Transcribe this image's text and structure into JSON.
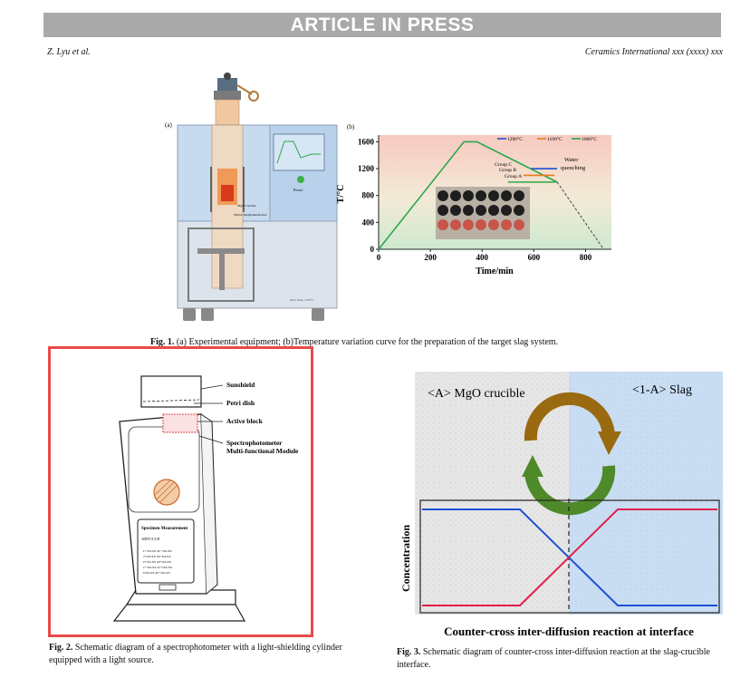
{
  "banner": "ARTICLE IN PRESS",
  "header": {
    "authors": "Z. Lyu et al.",
    "journal": "Ceramics International xxx (xxxx) xxx"
  },
  "fig1": {
    "panel_a": "(a)",
    "panel_b": "(b)",
    "furnace_label_crucible": "MgO Crucible",
    "furnace_label_rod": "Silicon Molybdenum Rod",
    "furnace_power": "Power",
    "furnace_badge": "Max Temp 1700°C",
    "caption_label": "Fig. 1.",
    "caption_text": "(a) Experimental equipment; (b)Temperature variation curve for the preparation of the target slag system."
  },
  "chart_data": {
    "type": "line",
    "xlabel": "Time/min",
    "ylabel": "T/°C",
    "xlim": [
      0,
      900
    ],
    "ylim": [
      0,
      1700
    ],
    "xticks": [
      "0",
      "200",
      "400",
      "600",
      "800"
    ],
    "yticks": [
      "0",
      "400",
      "800",
      "1200",
      "1600"
    ],
    "legend": [
      "1200°C",
      "1100°C",
      "1000°C"
    ],
    "legend_colors": [
      "#1f4fd6",
      "#e8781e",
      "#2aa84a"
    ],
    "annotations": {
      "group_c": "Group C",
      "group_b": "Group B",
      "group_a": "Group A",
      "water": "Water",
      "quenching": "quenching"
    },
    "main_curve": {
      "x": [
        0,
        330,
        380,
        690
      ],
      "y": [
        0,
        1600,
        1600,
        1000
      ]
    },
    "series": [
      {
        "name": "1200°C",
        "x": [
          590,
          690
        ],
        "y": [
          1200,
          1200
        ]
      },
      {
        "name": "1100°C",
        "x": [
          560,
          680
        ],
        "y": [
          1100,
          1100
        ]
      },
      {
        "name": "1000°C",
        "x": [
          500,
          690
        ],
        "y": [
          1000,
          1000
        ]
      }
    ],
    "cooling": {
      "x": [
        690,
        870
      ],
      "y": [
        1000,
        0
      ]
    }
  },
  "fig2": {
    "labels": [
      "Sunshield",
      "Petri dish",
      "Active block",
      "Spectrophotometer",
      "Multi-functional Module"
    ],
    "screen_title": "Specimen Measurement",
    "screen_sub": "ABTCCCE",
    "screen_rows": [
      "L*:XX.XX  ΔL*:XX.XX",
      "a*:XX.XX  Δa*:XX.XX",
      "b*:XX.XX  Δb*:XX.XX",
      "C*:XX.XX  ΔC*:XX.XX",
      "h:XX.XX  ΔE*:XX.XX"
    ],
    "caption_label": "Fig. 2.",
    "caption_text": "Schematic diagram of a spectrophotometer with a light-shielding cylinder equipped with a light source."
  },
  "fig3": {
    "left_label": "<A> MgO crucible",
    "right_label": "<1-A> Slag",
    "ylabel": "Concentration",
    "bottom_title": "Counter-cross inter-diffusion reaction at interface",
    "caption_label": "Fig. 3.",
    "caption_text": "Schematic diagram of counter-cross inter-diffusion reaction at the slag-crucible interface."
  }
}
